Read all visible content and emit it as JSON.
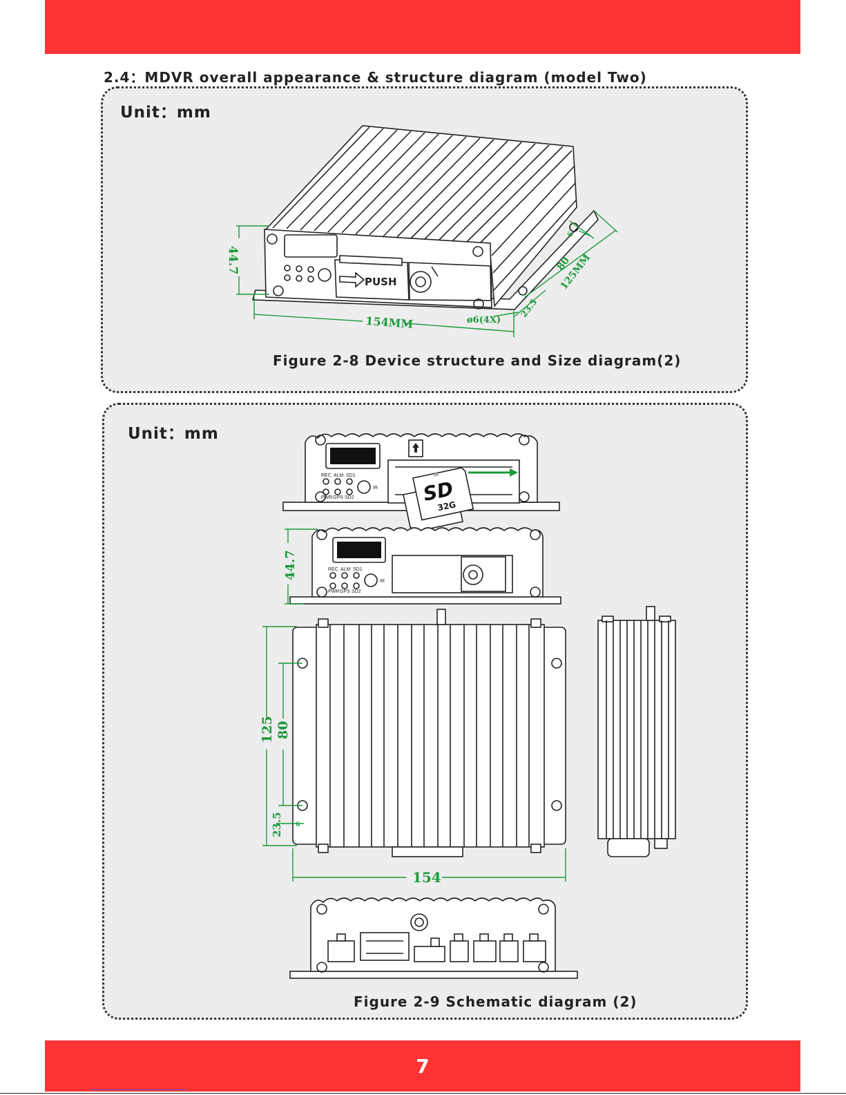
{
  "section": {
    "title": "2.4：MDVR overall appearance & structure diagram (model Two)"
  },
  "figure1": {
    "unit": "Unit：mm",
    "caption": "Figure 2-8  Device structure and Size diagram(2)",
    "dims": {
      "height": "44.7",
      "length": "154MM",
      "hole": "ø6(4X)",
      "width": "125MM",
      "inner": "80",
      "offset": "23.5",
      "small": "6"
    },
    "push_label": "PUSH"
  },
  "figure2": {
    "unit": "Unit：mm",
    "caption": "Figure 2-9  Schematic diagram (2)",
    "sd": {
      "brand": "SD",
      "capacity": "32G"
    },
    "leds_top": [
      "REC",
      "ALM",
      "SD1"
    ],
    "leds_bottom": [
      "PWR",
      "GPS",
      "SD2"
    ],
    "ir_label": "IR",
    "dims": {
      "height": "44.7",
      "width": "125",
      "inner": "80",
      "offset": "23.5",
      "small": "6",
      "length": "154"
    }
  },
  "page": {
    "number": "7"
  },
  "colors": {
    "band": "#ff3333",
    "dimension": "#1a9a3a",
    "panel": "#ededed"
  }
}
